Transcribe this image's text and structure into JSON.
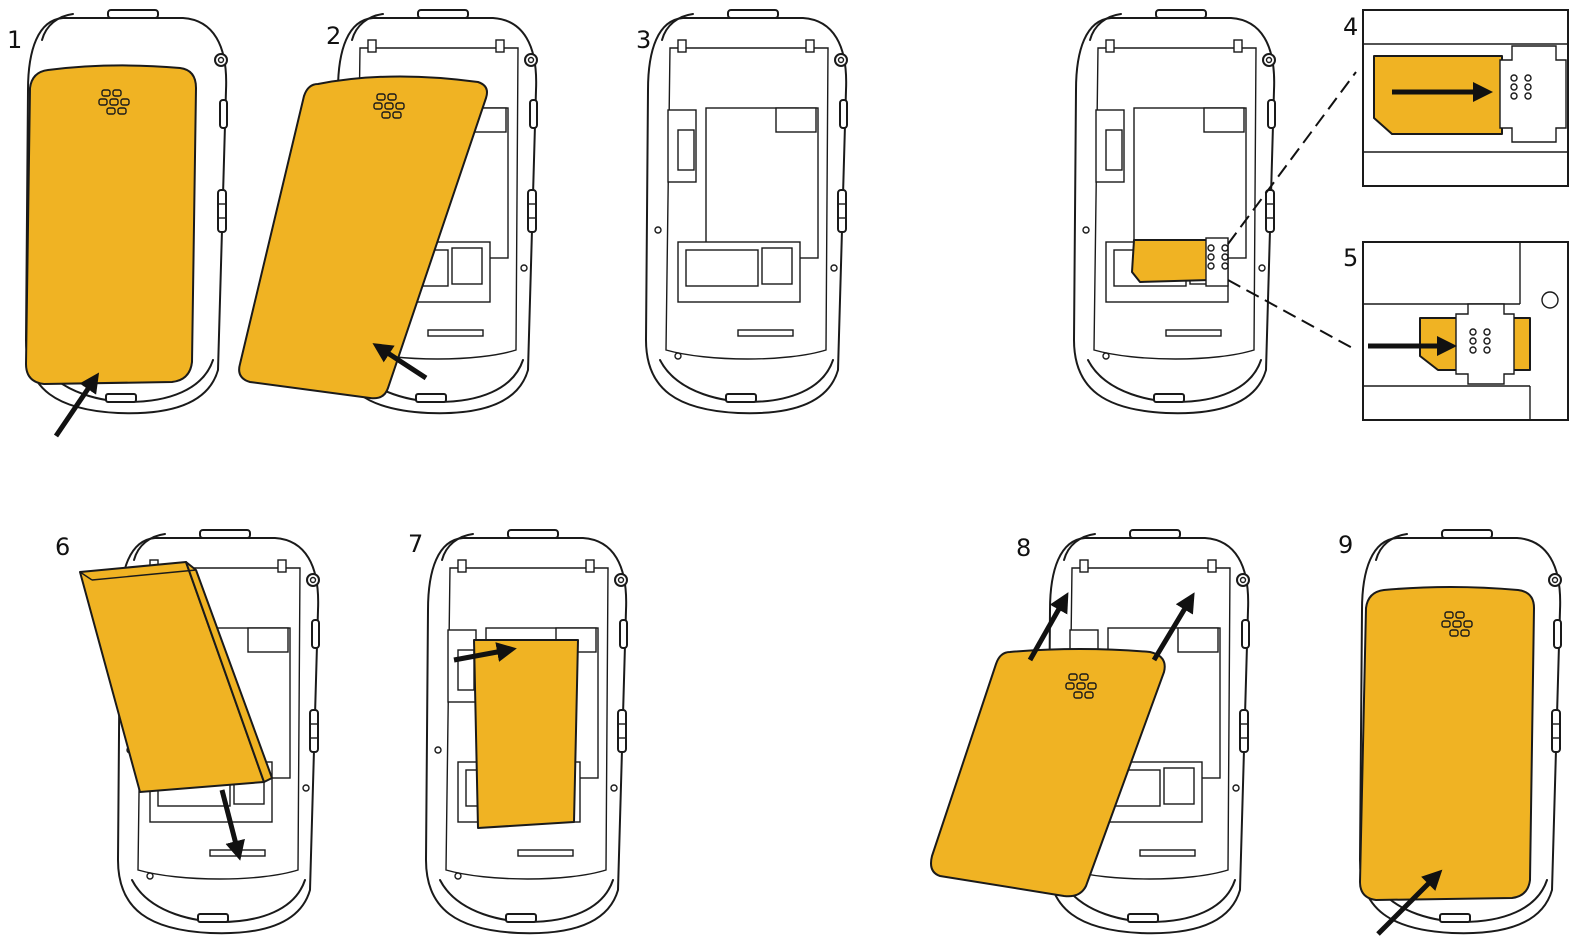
{
  "steps": [
    {
      "number": "1"
    },
    {
      "number": "2"
    },
    {
      "number": "3"
    },
    {
      "number": "4"
    },
    {
      "number": "5"
    },
    {
      "number": "6"
    },
    {
      "number": "7"
    },
    {
      "number": "8"
    },
    {
      "number": "9"
    }
  ],
  "colors": {
    "accent": "#f0b323",
    "outline": "#1a1a1a",
    "background": "#ffffff"
  }
}
